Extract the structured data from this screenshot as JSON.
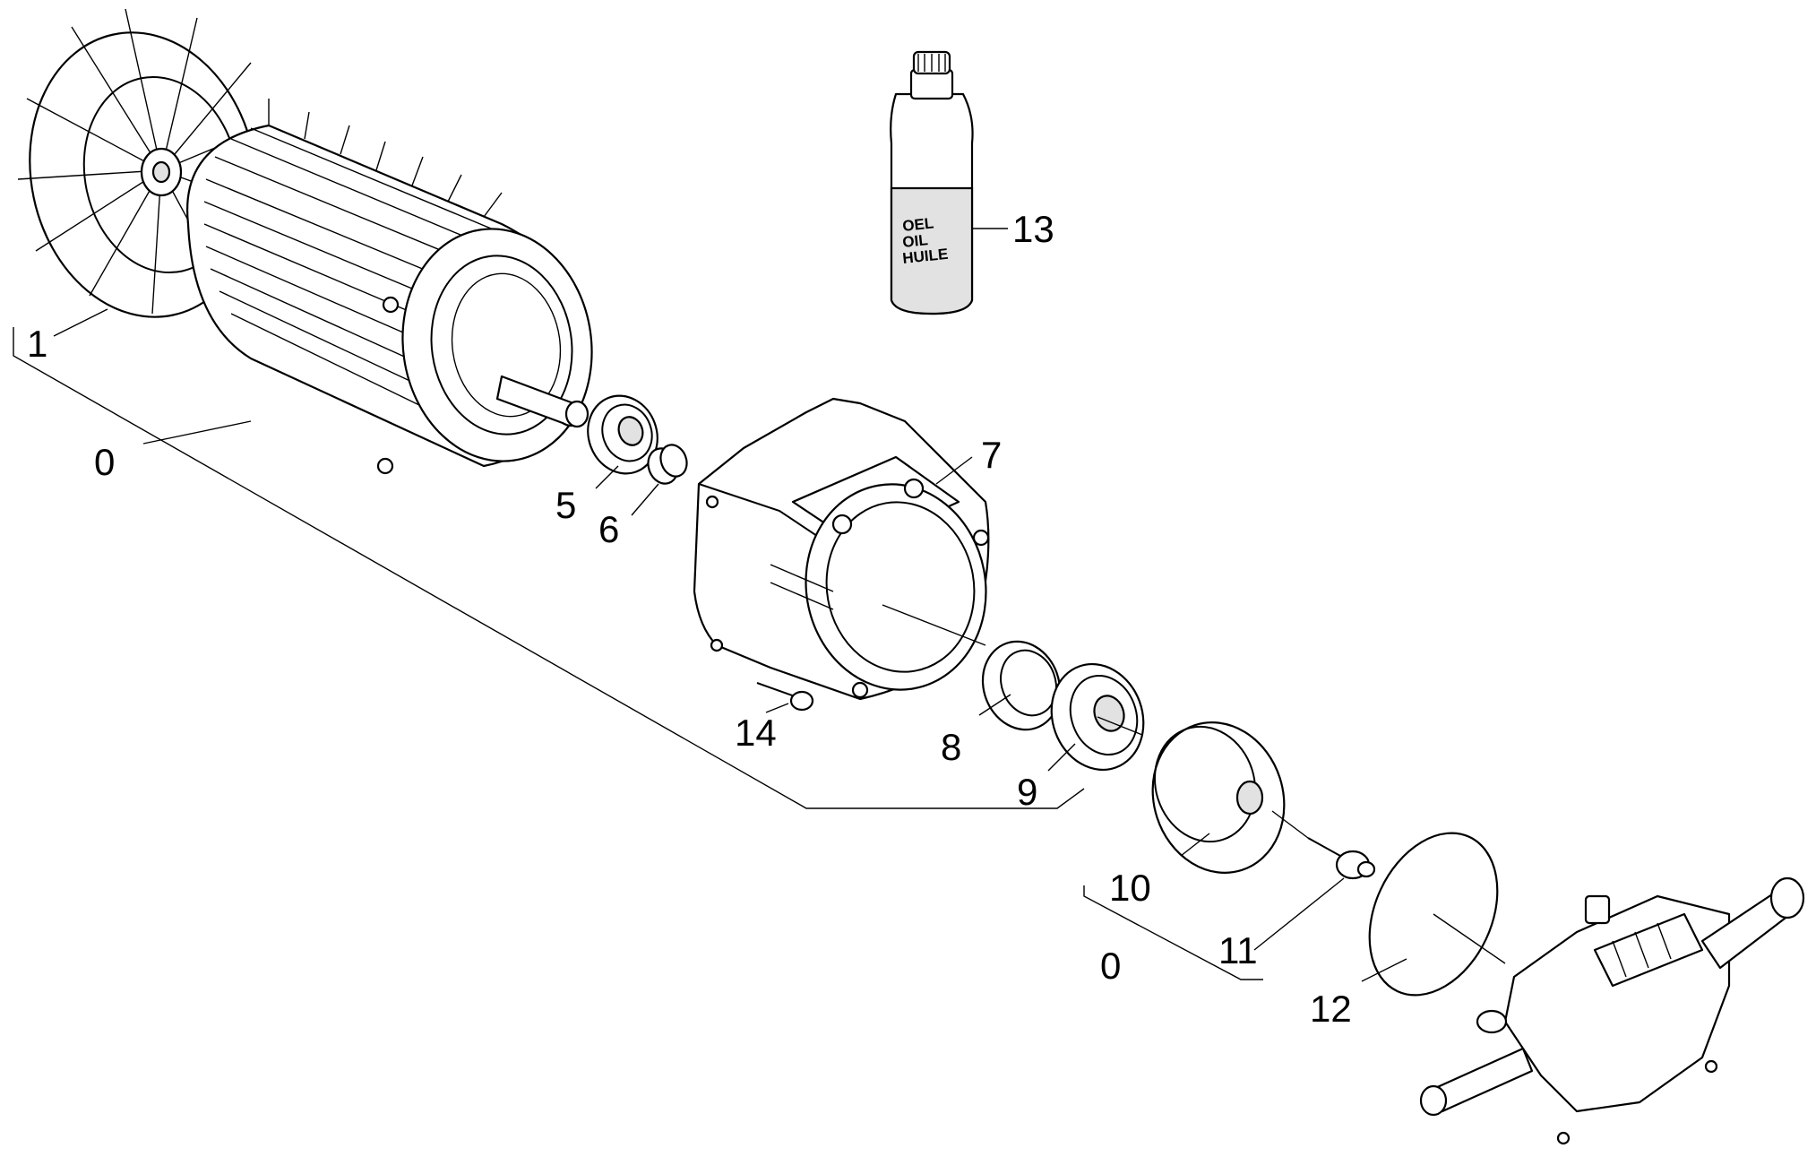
{
  "bottle_labels": [
    "OEL",
    "OIL",
    "HUILE"
  ],
  "callouts": [
    {
      "id": "c1",
      "label": "1"
    },
    {
      "id": "c0a",
      "label": "0"
    },
    {
      "id": "c5",
      "label": "5"
    },
    {
      "id": "c6",
      "label": "6"
    },
    {
      "id": "c7",
      "label": "7"
    },
    {
      "id": "c8",
      "label": "8"
    },
    {
      "id": "c9",
      "label": "9"
    },
    {
      "id": "c10",
      "label": "10"
    },
    {
      "id": "c11",
      "label": "11"
    },
    {
      "id": "c0b",
      "label": "0"
    },
    {
      "id": "c12",
      "label": "12"
    },
    {
      "id": "c13",
      "label": "13"
    },
    {
      "id": "c14",
      "label": "14"
    }
  ]
}
